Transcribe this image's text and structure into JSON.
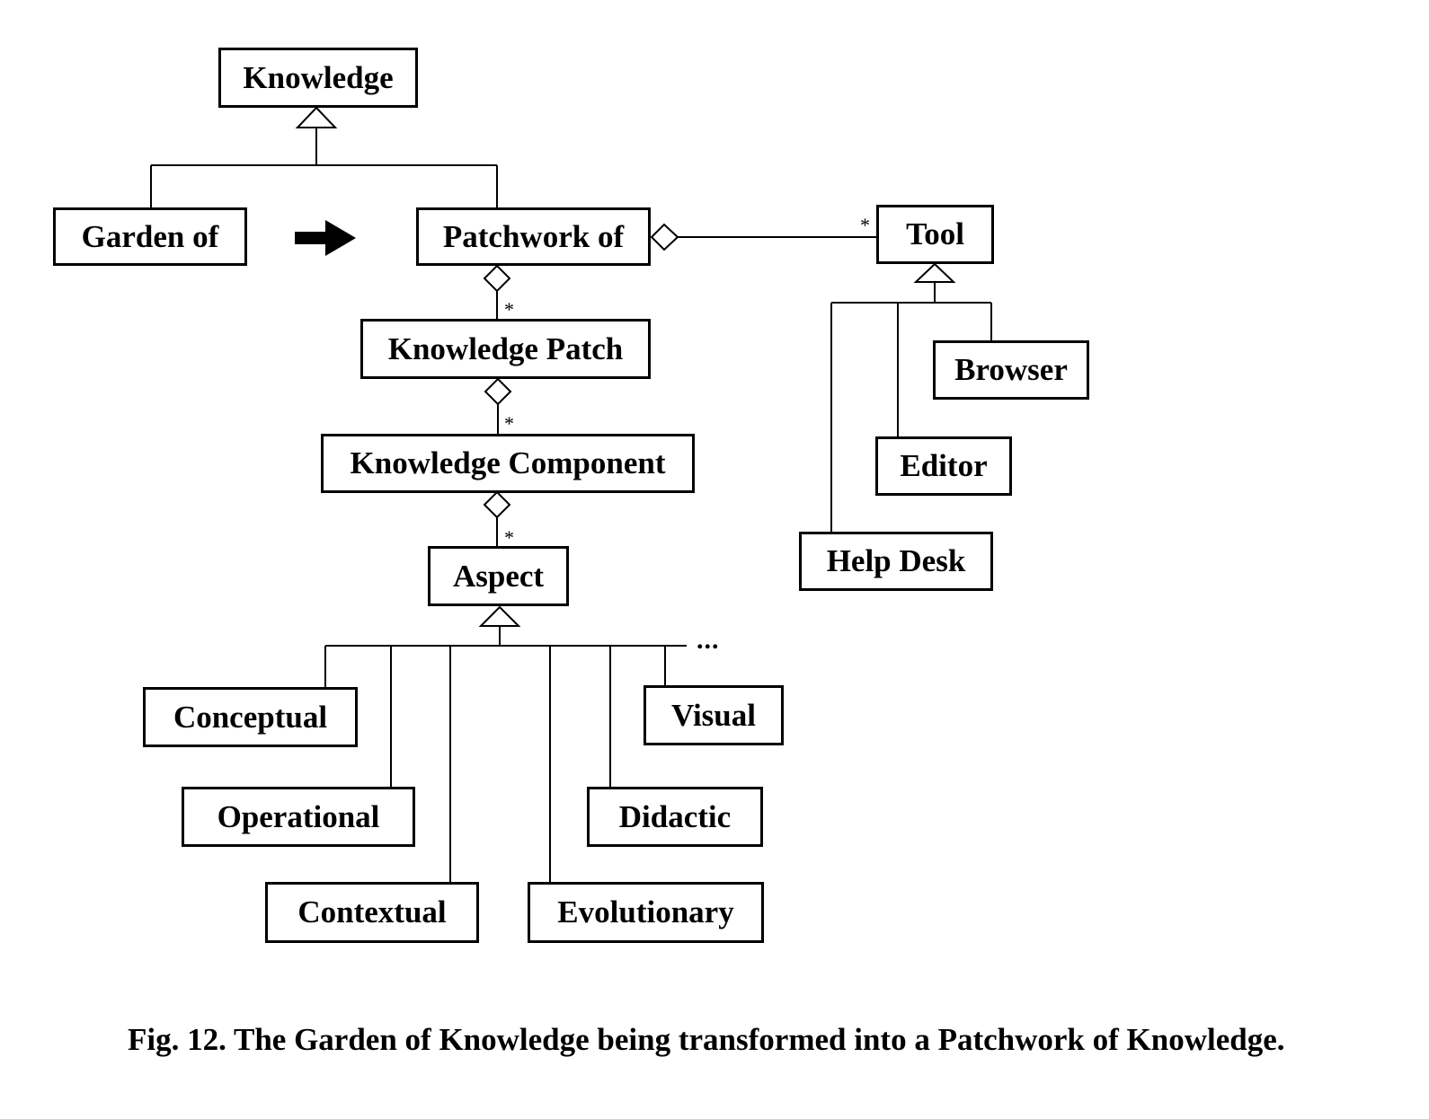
{
  "diagram": {
    "type": "uml-class-diagram",
    "classes": {
      "knowledge": "Knowledge",
      "garden_of": "Garden of",
      "patchwork_of": "Patchwork of",
      "tool": "Tool",
      "knowledge_patch": "Knowledge Patch",
      "knowledge_component": "Knowledge Component",
      "aspect": "Aspect",
      "browser": "Browser",
      "editor": "Editor",
      "help_desk": "Help Desk",
      "conceptual": "Conceptual",
      "operational": "Operational",
      "contextual": "Contextual",
      "visual": "Visual",
      "didactic": "Didactic",
      "evolutionary": "Evolutionary"
    },
    "relations": [
      {
        "type": "generalization",
        "parent": "Knowledge",
        "children": [
          "Garden of",
          "Patchwork of"
        ]
      },
      {
        "type": "transformation",
        "from": "Garden of",
        "to": "Patchwork of"
      },
      {
        "type": "aggregation",
        "whole": "Patchwork of",
        "part": "Tool",
        "multiplicity": "*"
      },
      {
        "type": "aggregation",
        "whole": "Patchwork of",
        "part": "Knowledge Patch",
        "multiplicity": "*"
      },
      {
        "type": "aggregation",
        "whole": "Knowledge Patch",
        "part": "Knowledge Component",
        "multiplicity": "*"
      },
      {
        "type": "aggregation",
        "whole": "Knowledge Component",
        "part": "Aspect",
        "multiplicity": "*"
      },
      {
        "type": "generalization",
        "parent": "Tool",
        "children": [
          "Help Desk",
          "Editor",
          "Browser"
        ]
      },
      {
        "type": "generalization",
        "parent": "Aspect",
        "children": [
          "Conceptual",
          "Operational",
          "Contextual",
          "Evolutionary",
          "Didactic",
          "Visual"
        ],
        "open_ended": true
      }
    ],
    "multiplicity_label": "*",
    "ellipsis": "...",
    "caption": "Fig. 12. The Garden of Knowledge being transformed into a Patchwork of Knowledge."
  }
}
